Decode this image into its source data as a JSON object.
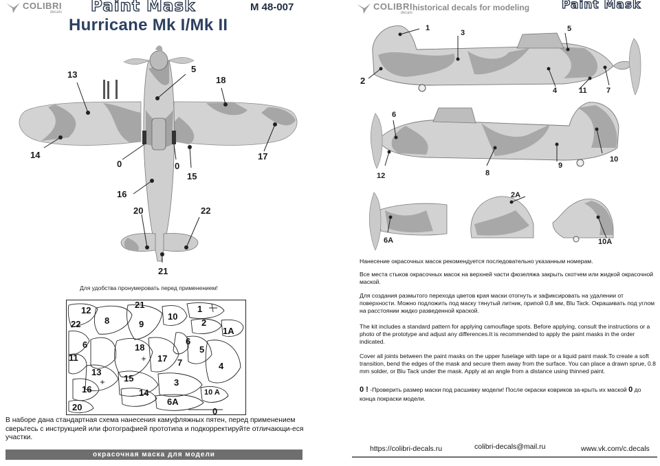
{
  "left": {
    "logo": {
      "brand": "COLIBRI",
      "sub": "decals"
    },
    "header_title": "Paint Mask",
    "code": "M 48-007",
    "title": "Hurricane Mk I/Mk II",
    "callouts": [
      "13",
      "5",
      "18",
      "14",
      "0",
      "0",
      "17",
      "15",
      "16",
      "20",
      "22",
      "21"
    ],
    "hint": "Для удобства пронумеровать  перед применением!",
    "mask_numbers": [
      "12",
      "21",
      "1",
      "2",
      "8",
      "9",
      "10",
      "22",
      "1A",
      "6",
      "18",
      "6",
      "5",
      "11",
      "17",
      "7",
      "4",
      "13",
      "15",
      "3",
      "16",
      "14",
      "6A",
      "10 A",
      "20",
      "0"
    ],
    "body": "В наборе дана стандартная схема нанесения камуфляжных пятен, перед применением сверьтесь с инструкцией или фотографией прототипа и подкорректируйте отличающи-еся участки.",
    "band": "окрасочная маска для модели"
  },
  "right": {
    "logo": {
      "brand": "COLIBRI",
      "sub": "decals"
    },
    "tagline": "historical decals for modeling",
    "header_title": "Paint Mask",
    "callouts_top": [
      "1",
      "3",
      "5",
      "2",
      "4",
      "11",
      "7"
    ],
    "callouts_mid": [
      "6",
      "12",
      "8",
      "9",
      "10"
    ],
    "callouts_details": [
      "2A",
      "6A",
      "10A"
    ],
    "para1": "Нанесение окрасочных масок рекомендуется последовательно указанным номерам.",
    "para2": "Все места стыков окрасочных масок  на верхней части фюзеляжа   закрыть скотчем или жидкой окрасочной маской.",
    "para3": "Для создания  размытого перехода цветов  края маски отогнуть и зафиксировать  на удалении от поверхности. Можно подложить под маску   тянутый литник, припой 0,8 мм, Blu  Tack. Окрашивать под углом на расстоянии жидко разведенной краской.",
    "para4": "The kit includes a standard pattern for applying camouflage spots. Before applying, consult the instructions or a photo of the prototype and adjust any differences.It is recommended to apply the paint masks in the order indicated.",
    "para5": "Cover all joints between the paint masks on the upper fuselage with tape or a liquid paint mask.To create a soft transition, bend the edges of the mask and secure them away from the surface. You can place a drawn sprue, 0.8 mm solder, or Blu Tack under the mask. Apply at an angle from a distance using thinned paint.",
    "para6_zero": "0 !",
    "para6_a": " -Проверить размер маски под расшивку модели! После окраски ковриков за-крыть их маской ",
    "para6_zero2": "0",
    "para6_b": " до конца покраски модели.",
    "link1": "https://colibri-decals.ru",
    "link2": "colibri-decals@mail.ru",
    "link3": "www.vk.com/c.decals"
  },
  "colors": {
    "camo_light": "#d4d4d4",
    "camo_mid": "#b9b9b9",
    "camo_dark": "#9a9a9a",
    "title_blue": "#2c4060",
    "band_gray": "#6e6e6e"
  }
}
